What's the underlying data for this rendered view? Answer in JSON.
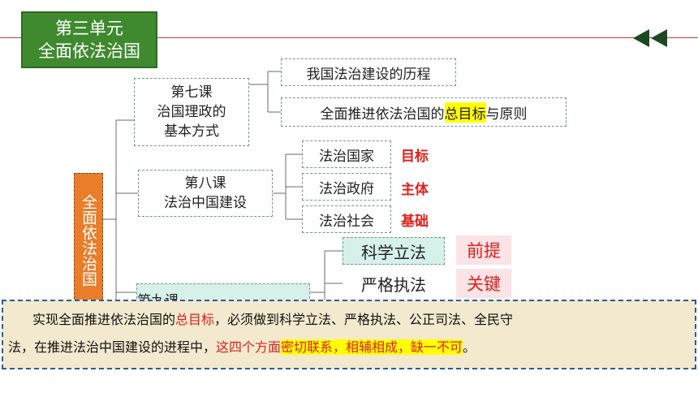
{
  "unit": {
    "line1": "第三单元",
    "line2": "全面依法治国"
  },
  "side_label": "全面依法治国",
  "lessons": [
    {
      "title": "第七课",
      "line2": "治国理政的",
      "line3": "基本方式"
    },
    {
      "title": "第八课",
      "line2": "法治中国建设"
    },
    {
      "title": "第九课"
    }
  ],
  "lesson7_items": {
    "item1": "我国法治建设的历程",
    "item2_pre": "全面推进依法治国的",
    "item2_hl": "总目标",
    "item2_post": "与原则"
  },
  "lesson8_items": [
    {
      "label": "法治国家",
      "tag": "目标"
    },
    {
      "label": "法治政府",
      "tag": "主体"
    },
    {
      "label": "法治社会",
      "tag": "基础"
    }
  ],
  "lesson9_items": [
    {
      "label": "科学立法",
      "tag": "前提"
    },
    {
      "label": "严格执法",
      "tag": "关键"
    }
  ],
  "summary": {
    "p1_pre": "实现全面推进依法治国的",
    "p1_red": "总目标",
    "p1_post": "，必须做到科学立法、严格执法、公正司法、全民守",
    "p2_pre": "法，在推进法治中国建设的进程中，",
    "p2_red": "这四个方面",
    "p2_hl": "密切联系，相辅相成，缺一不可",
    "p2_end": "。"
  },
  "colors": {
    "unit_bg": "#3f8a2f",
    "side_bg": "#e97d2a",
    "accent_red": "#e0201a",
    "highlight": "#ffff00",
    "summary_bg": "#f3e9cf"
  }
}
